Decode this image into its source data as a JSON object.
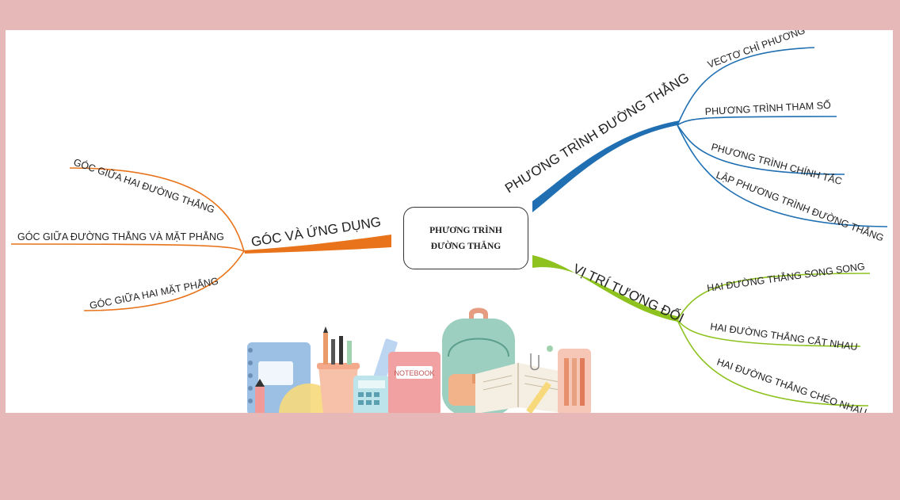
{
  "center": {
    "line1": "PHƯƠNG TRÌNH",
    "line2": "ĐƯỜNG THẲNG"
  },
  "branches": {
    "top_right": {
      "label": "PHƯƠNG TRÌNH ĐƯỜNG THẲNG",
      "color": "#1f6fb2",
      "leaves": [
        "VECTƠ CHỈ PHƯƠNG",
        "PHƯƠNG TRÌNH THAM SỐ",
        "PHƯƠNG TRÌNH CHÍNH TẮC",
        "LẬP PHƯƠNG TRÌNH ĐƯỜNG THẲNG"
      ]
    },
    "bottom_right": {
      "label": "VỊ TRÍ TƯƠNG ĐỐI",
      "color": "#8dc21f",
      "leaves": [
        "HAI ĐƯỜNG THẲNG SONG SONG",
        "HAI ĐƯỜNG THẲNG CẮT NHAU",
        "HAI ĐƯỜNG THẲNG CHÉO NHAU"
      ]
    },
    "left": {
      "label": "GÓC VÀ ỨNG DỤNG",
      "color": "#e8731a",
      "leaves": [
        "GÓC GIỮA HAI ĐƯỜNG THẲNG",
        "GÓC GIỮA ĐƯỜNG THẲNG VÀ MẶT PHẲNG",
        "GÓC GIỮA HAI MẶT PHẲNG"
      ]
    }
  },
  "illustration": {
    "notebook_label": "NOTEBOOK"
  }
}
